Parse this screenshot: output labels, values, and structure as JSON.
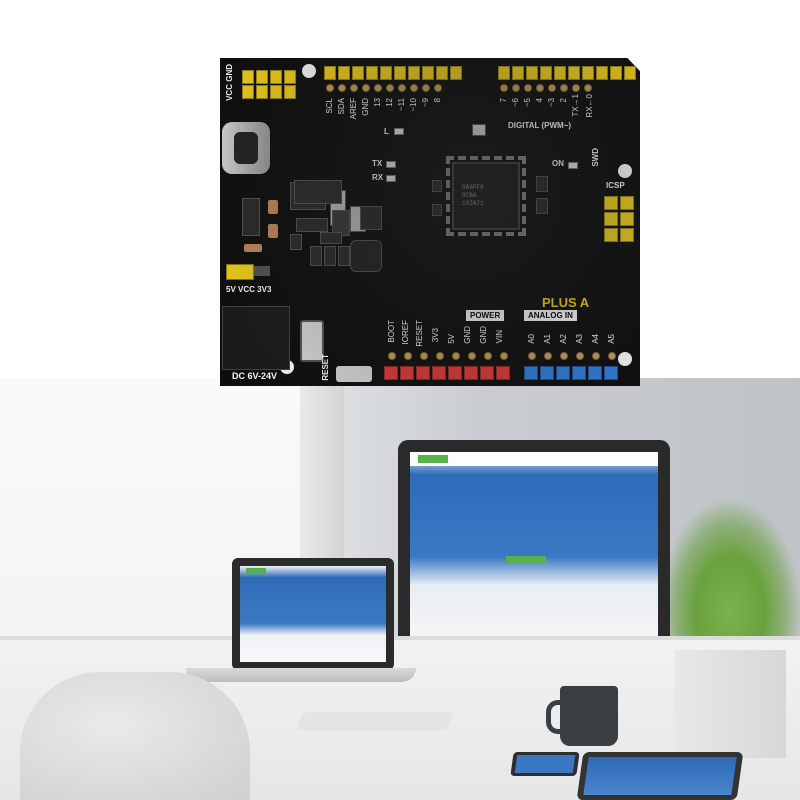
{
  "board": {
    "top_left_labels": [
      "VCC",
      "GND"
    ],
    "top_header_labels": [
      "SCL",
      "SDA",
      "AREF",
      "GND",
      "13",
      "12",
      "~11",
      "~10",
      "~9",
      "8"
    ],
    "top_right_header_labels": [
      "7",
      "~6",
      "~5",
      "4",
      "~3",
      "2",
      "TX→1",
      "RX←0"
    ],
    "digital_label": "DIGITAL (PWM~)",
    "l_led_label": "L",
    "tx_label": "TX",
    "rx_label": "RX",
    "on_label": "ON",
    "swd_label": "SWD",
    "icsp_label": "ICSP",
    "chip_text": [
      "RA8PF8",
      "RCBA",
      "10ZA71",
      ""
    ],
    "power_select": [
      "5V",
      "VCC",
      "3V3"
    ],
    "dc_label": "DC 6V-24V",
    "reset_button_label": "RESET",
    "power_header_labels": [
      "BOOT",
      "IOREF",
      "RESET",
      "3V3",
      "5V",
      "GND",
      "GND",
      "VIN"
    ],
    "power_label": "POWER",
    "analog_label": "ANALOG IN",
    "analog_header_labels": [
      "A0",
      "A1",
      "A2",
      "A3",
      "A4",
      "A5"
    ],
    "board_name": "PLUS A",
    "colors": {
      "pcb": "#0d0d0d",
      "header_yellow": "#f3d21a",
      "header_red": "#e23a3a",
      "header_blue": "#2f7fe0"
    }
  },
  "background": {
    "scene": "office-desk",
    "monitor_screen": "website-preview",
    "laptop_screen": "website-preview"
  }
}
